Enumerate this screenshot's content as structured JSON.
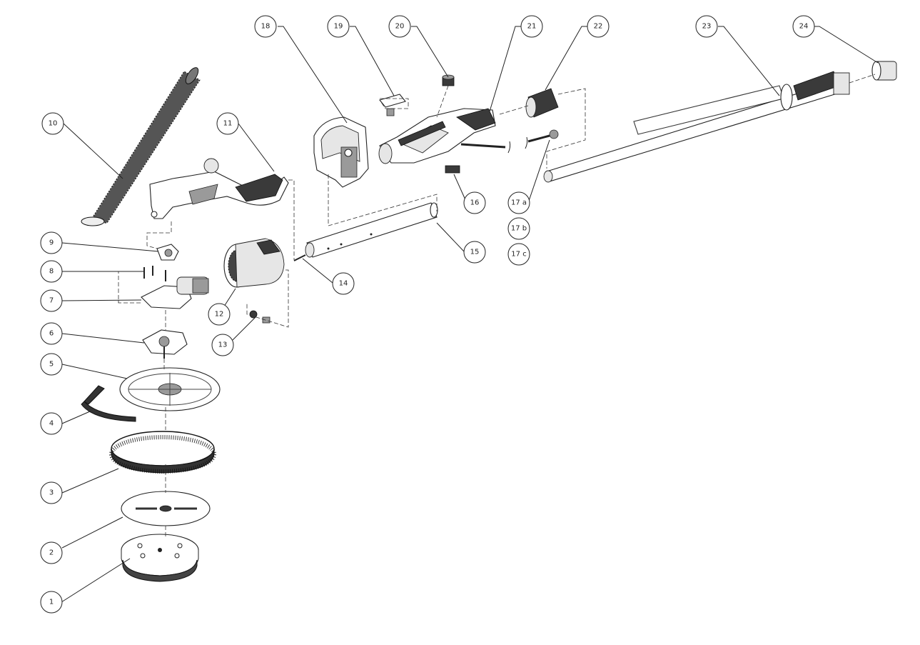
{
  "callouts": [
    {
      "id": "c1",
      "label": "1"
    },
    {
      "id": "c2",
      "label": "2"
    },
    {
      "id": "c3",
      "label": "3"
    },
    {
      "id": "c4",
      "label": "4"
    },
    {
      "id": "c5",
      "label": "5"
    },
    {
      "id": "c6",
      "label": "6"
    },
    {
      "id": "c7",
      "label": "7"
    },
    {
      "id": "c8",
      "label": "8"
    },
    {
      "id": "c9",
      "label": "9"
    },
    {
      "id": "c10",
      "label": "10"
    },
    {
      "id": "c11",
      "label": "11"
    },
    {
      "id": "c12",
      "label": "12"
    },
    {
      "id": "c13",
      "label": "13"
    },
    {
      "id": "c14",
      "label": "14"
    },
    {
      "id": "c15",
      "label": "15"
    },
    {
      "id": "c16",
      "label": "16"
    },
    {
      "id": "c17a",
      "label": "17 a"
    },
    {
      "id": "c17b",
      "label": "17 b"
    },
    {
      "id": "c17c",
      "label": "17 c"
    },
    {
      "id": "c18",
      "label": "18"
    },
    {
      "id": "c19",
      "label": "19"
    },
    {
      "id": "c20",
      "label": "20"
    },
    {
      "id": "c21",
      "label": "21"
    },
    {
      "id": "c22",
      "label": "22"
    },
    {
      "id": "c23",
      "label": "23"
    },
    {
      "id": "c24",
      "label": "24"
    }
  ]
}
